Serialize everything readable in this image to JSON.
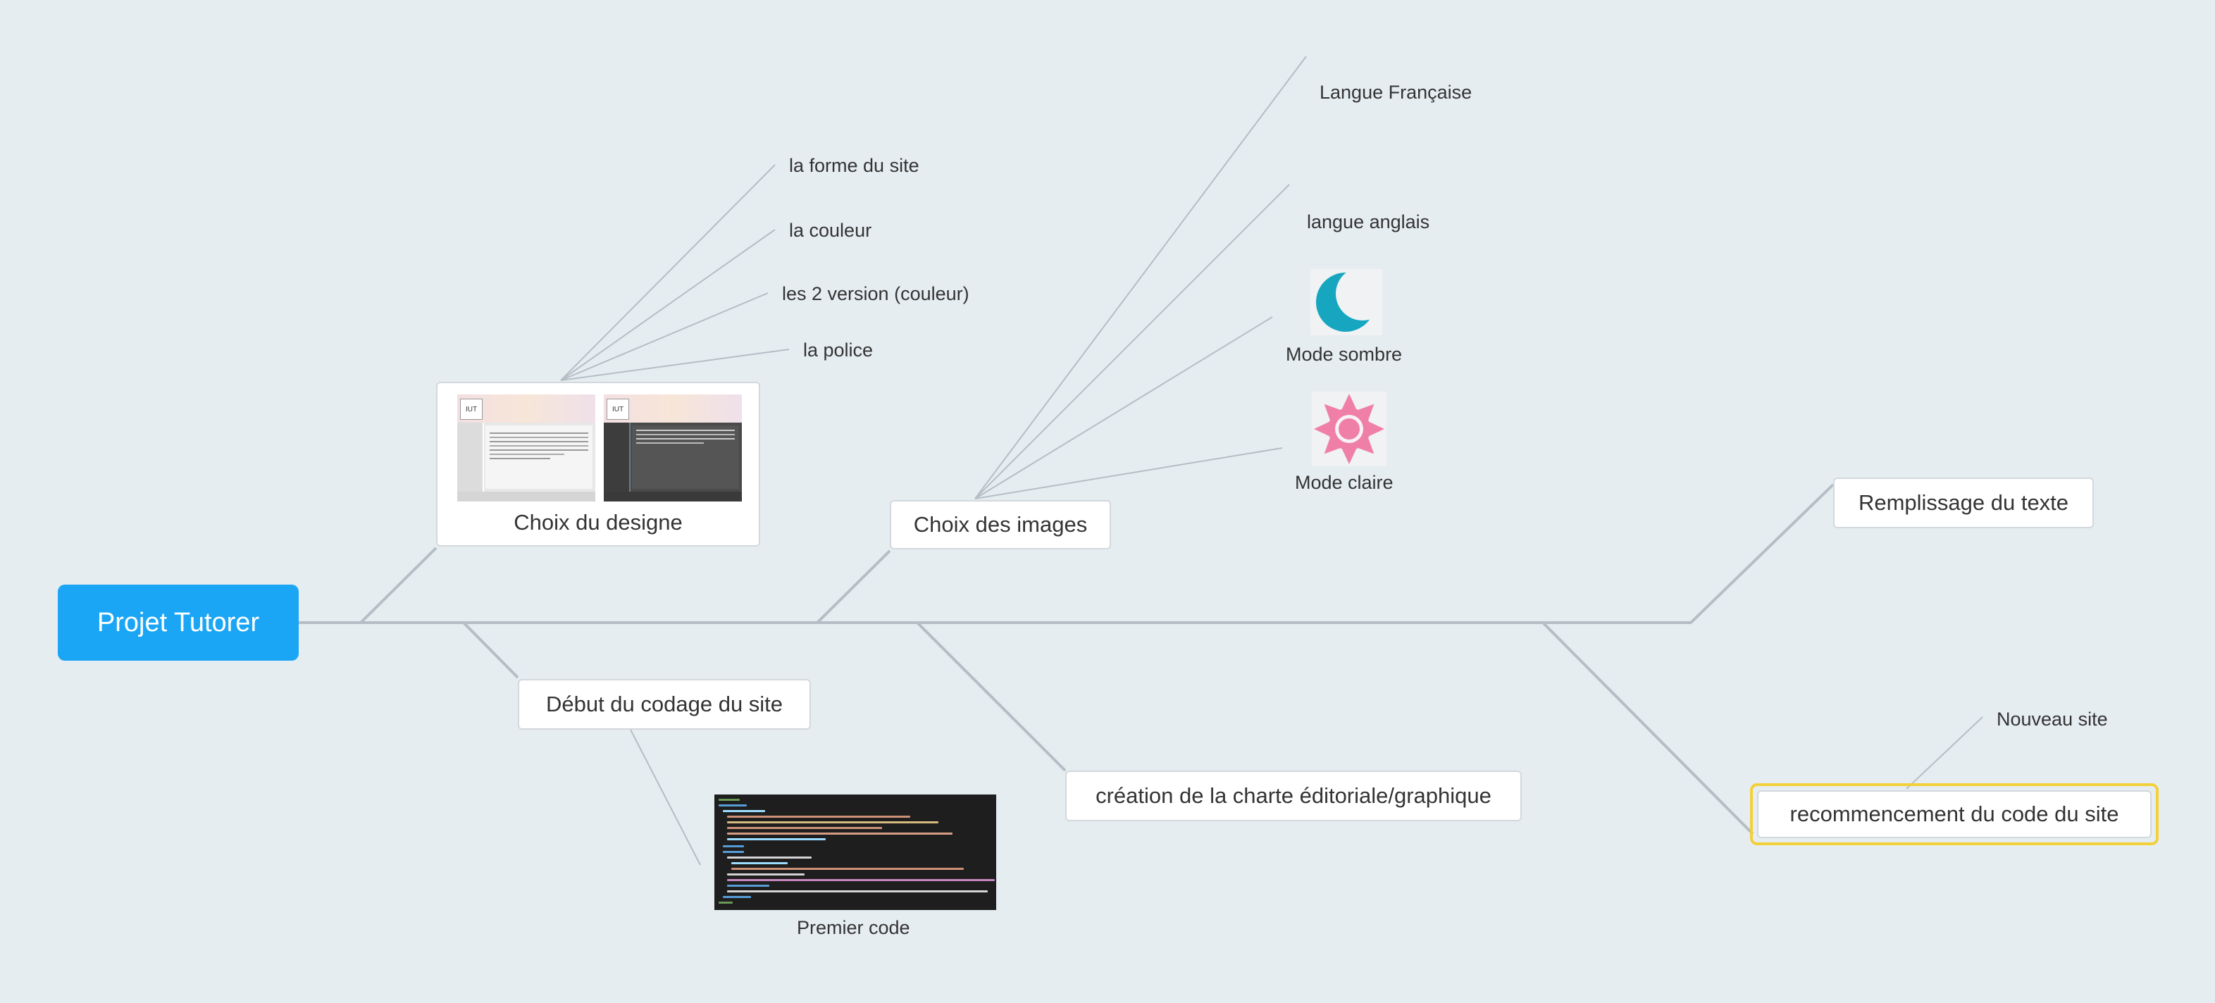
{
  "root": {
    "label": "Projet Tutorer"
  },
  "branches": {
    "design": {
      "label": "Choix du designe",
      "children": [
        "la forme du site",
        "la couleur",
        "les 2 version (couleur)",
        "la police"
      ],
      "thumbnail_text": {
        "logo": "IUT"
      }
    },
    "images": {
      "label": "Choix des images",
      "children": {
        "fr": "Langue Française",
        "en": "langue anglais",
        "dark": "Mode sombre",
        "light": "Mode claire"
      }
    },
    "text": {
      "label": "Remplissage du texte"
    },
    "coding": {
      "label": "Début du codage du site",
      "child": "Premier code"
    },
    "charter": {
      "label": "création de la charte éditoriale/graphique"
    },
    "restart": {
      "label": "recommencement du code du site",
      "child": "Nouveau site"
    }
  },
  "colors": {
    "background": "#e6edf1",
    "root": "#1ba6f5",
    "line": "#b4bec4",
    "selection": "#f3d03a",
    "moon": "#17a6c0",
    "sun": "#f07fa7"
  },
  "icons": {
    "dark": "moon-icon",
    "light": "sun-icon"
  }
}
